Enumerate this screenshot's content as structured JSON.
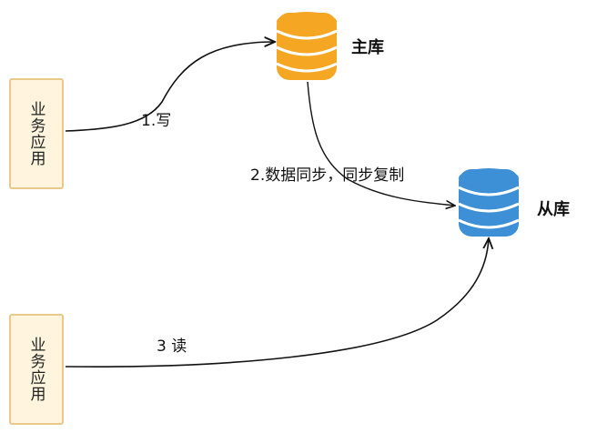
{
  "nodes": {
    "app_top": {
      "label": "业务应用"
    },
    "app_bottom": {
      "label": "业务应用"
    },
    "primary_db": {
      "label": "主库",
      "color": "#f5a623"
    },
    "replica_db": {
      "label": "从库",
      "color": "#3d8fd6"
    }
  },
  "edges": {
    "write": {
      "label": "1.写"
    },
    "sync": {
      "label": "2.数据同步，同步复制"
    },
    "read": {
      "label": "3 读"
    }
  }
}
